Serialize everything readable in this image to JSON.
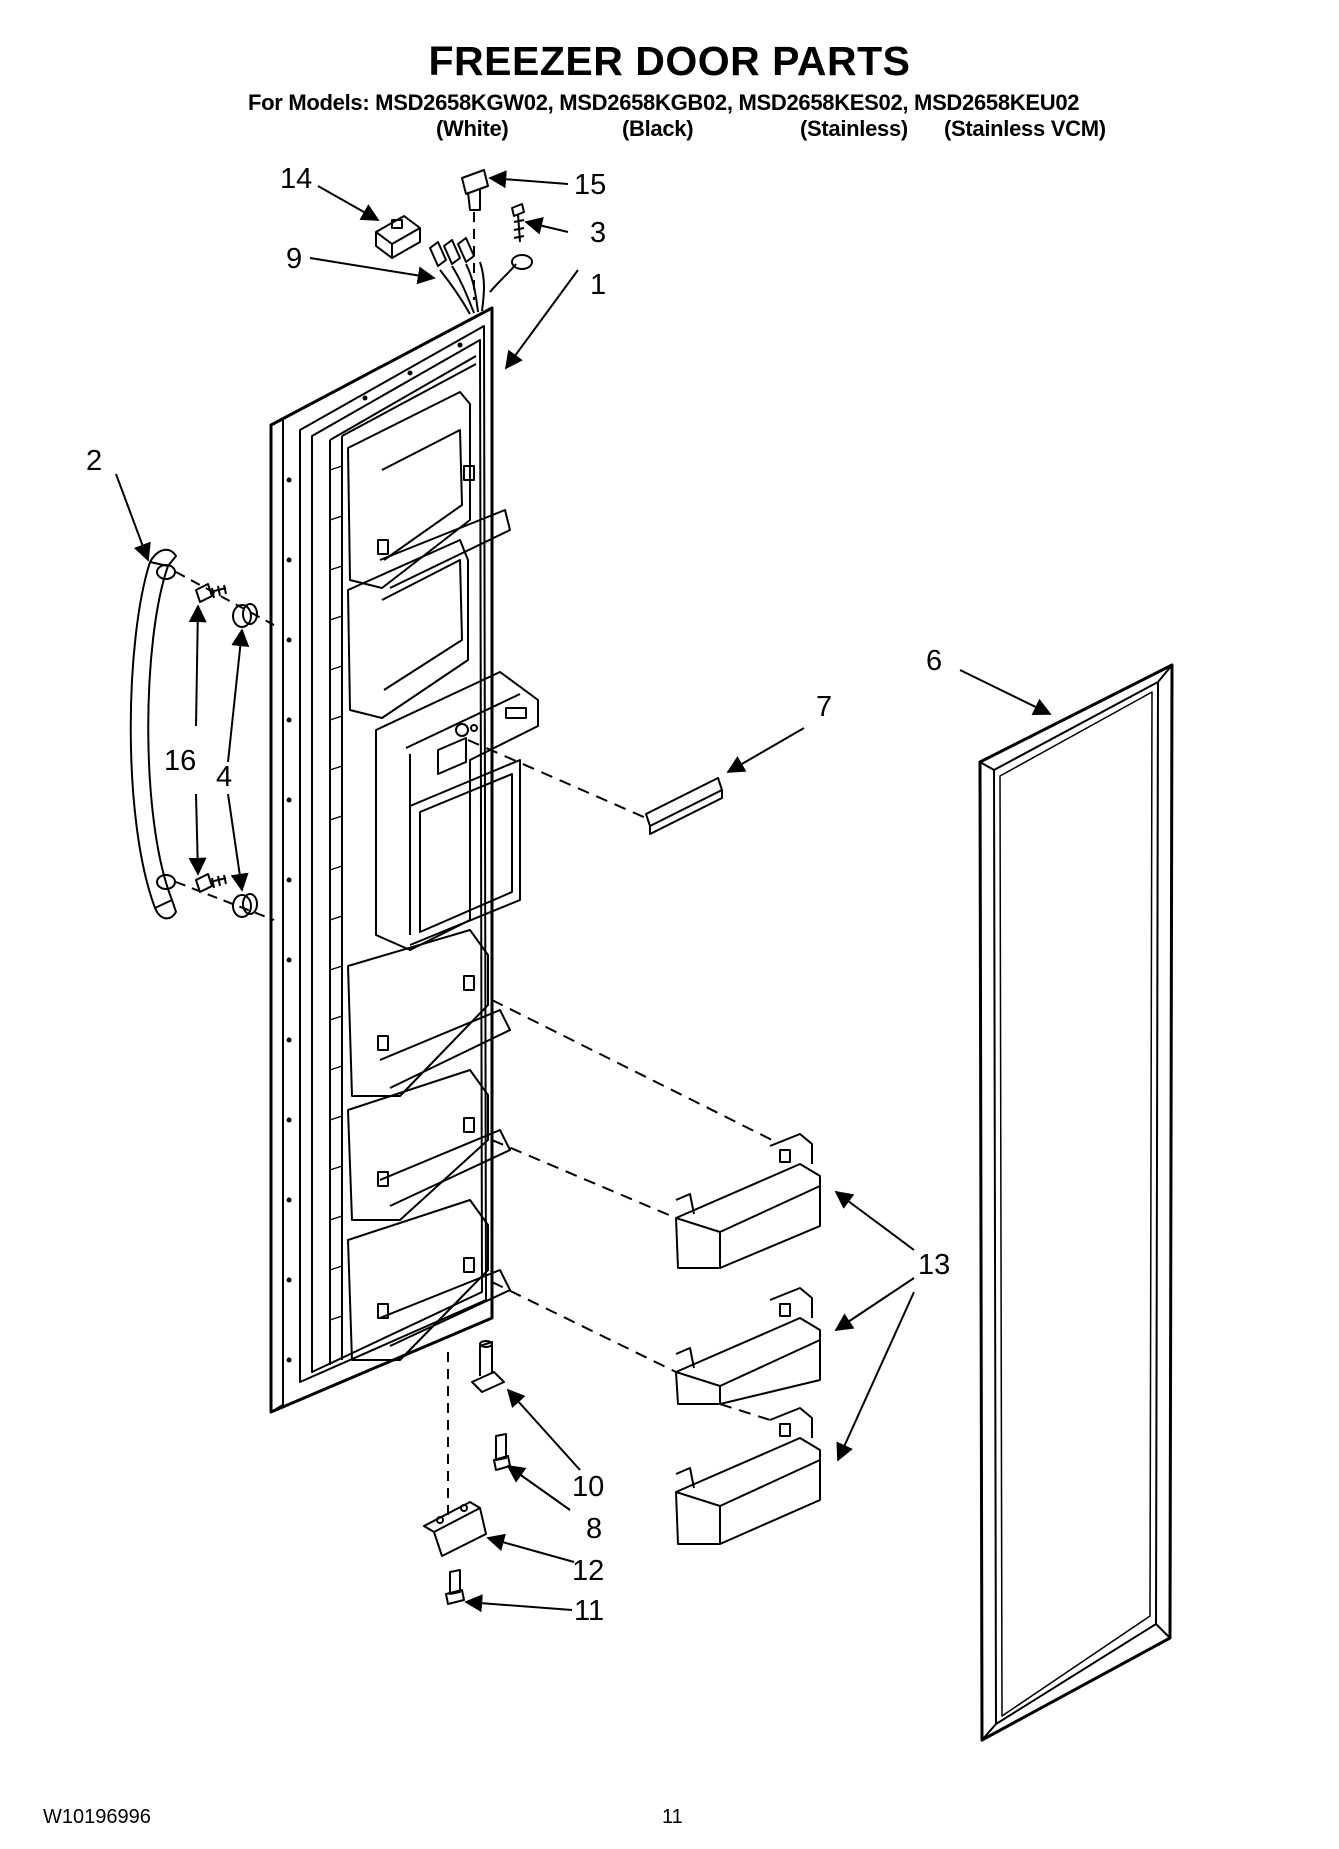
{
  "header": {
    "title": "FREEZER DOOR PARTS",
    "models_line": "For Models: MSD2658KGW02, MSD2658KGB02, MSD2658KES02, MSD2658KEU02",
    "variants": [
      "(White)",
      "(Black)",
      "(Stainless)",
      "(Stainless VCM)"
    ]
  },
  "callouts": [
    "14",
    "15",
    "3",
    "9",
    "1",
    "2",
    "16",
    "4",
    "7",
    "6",
    "13",
    "10",
    "8",
    "12",
    "11"
  ],
  "footer": {
    "doc_number": "W10196996",
    "page_number": "11"
  }
}
